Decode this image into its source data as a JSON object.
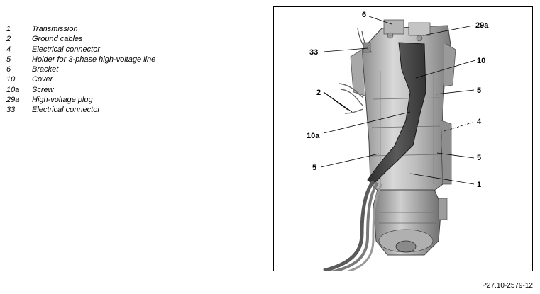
{
  "legend": [
    {
      "num": "1",
      "text": "Transmission"
    },
    {
      "num": "2",
      "text": "Ground cables"
    },
    {
      "num": "4",
      "text": "Electrical connector"
    },
    {
      "num": "5",
      "text": "Holder for 3-phase high-voltage line"
    },
    {
      "num": "6",
      "text": "Bracket"
    },
    {
      "num": "10",
      "text": "Cover"
    },
    {
      "num": "10a",
      "text": "Screw"
    },
    {
      "num": "29a",
      "text": "High-voltage plug"
    },
    {
      "num": "33",
      "text": "Electrical connector"
    }
  ],
  "callouts": {
    "c6": "6",
    "c29a": "29a",
    "c33": "33",
    "c10": "10",
    "c2": "2",
    "c5_upper": "5",
    "c10a": "10a",
    "c4": "4",
    "c5_lower_right": "5",
    "c5_left": "5",
    "c1": "1"
  },
  "figure_ref": "P27.10-2579-12"
}
